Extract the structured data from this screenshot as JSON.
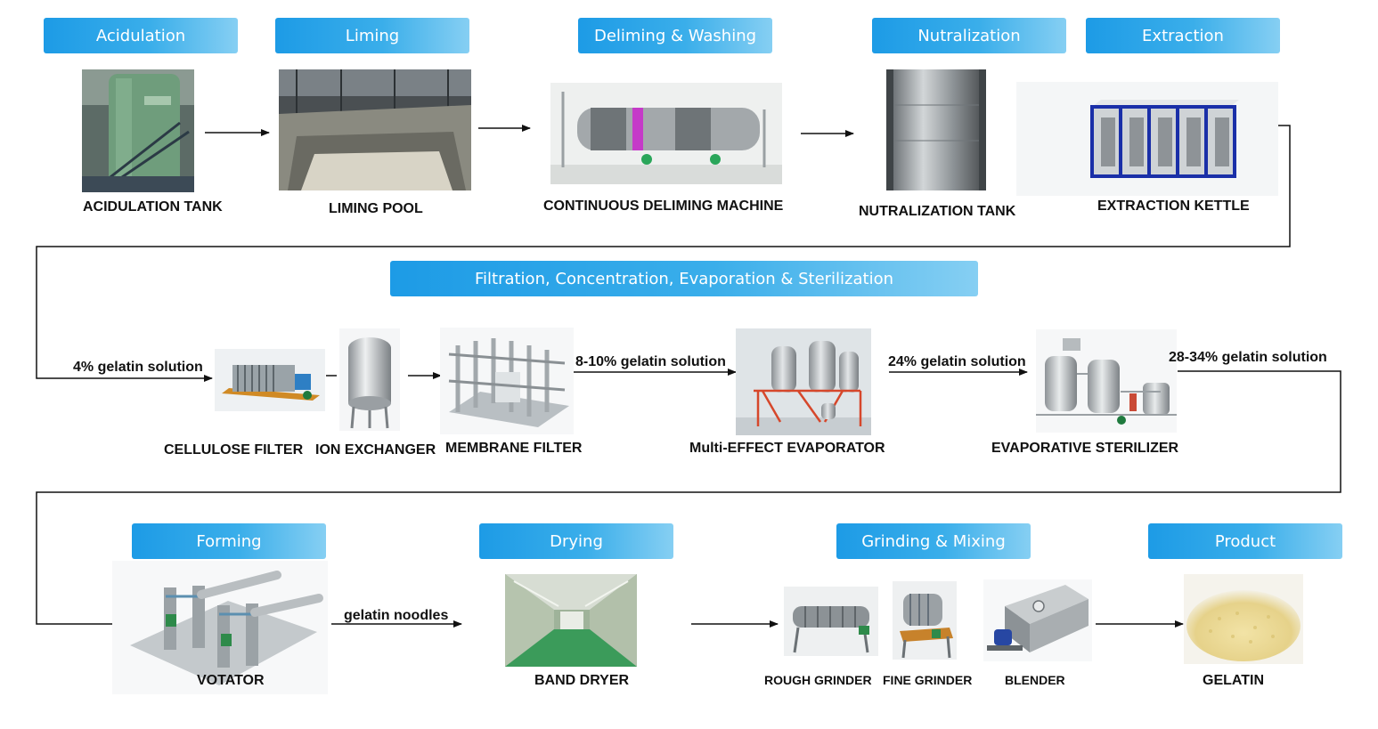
{
  "stages": {
    "acidulation": "Acidulation",
    "liming": "Liming",
    "deliming": "Deliming & Washing",
    "nutralization": "Nutralization",
    "extraction": "Extraction",
    "filtration": "Filtration, Concentration, Evaporation & Sterilization",
    "forming": "Forming",
    "drying": "Drying",
    "grinding": "Grinding & Mixing",
    "product": "Product"
  },
  "equipment": {
    "acidulation_tank": "ACIDULATION TANK",
    "liming_pool": "LIMING POOL",
    "deliming_machine": "CONTINUOUS DELIMING MACHINE",
    "nutralization_tank": "NUTRALIZATION TANK",
    "extraction_kettle": "EXTRACTION KETTLE",
    "cellulose_filter": "CELLULOSE FILTER",
    "ion_exchanger": "ION EXCHANGER",
    "membrane_filter": "MEMBRANE FILTER",
    "evaporator": "Multi-EFFECT EVAPORATOR",
    "sterilizer": "EVAPORATIVE STERILIZER",
    "votator": "VOTATOR",
    "band_dryer": "BAND DRYER",
    "rough_grinder": "ROUGH GRINDER",
    "fine_grinder": "FINE GRINDER",
    "blender": "BLENDER",
    "gelatin": "GELATIN"
  },
  "flows": {
    "solution_4": "4% gelatin solution",
    "solution_8_10": "8-10% gelatin solution",
    "solution_24": "24% gelatin solution",
    "solution_28_34": "28-34% gelatin solution",
    "noodles": "gelatin noodles"
  }
}
